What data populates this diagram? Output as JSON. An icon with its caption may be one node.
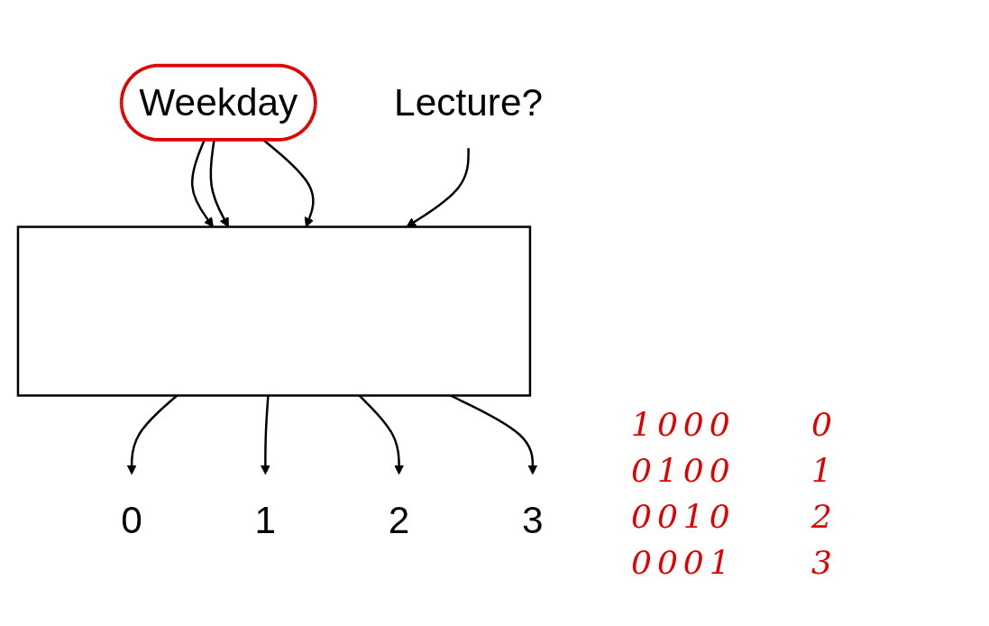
{
  "diagram": {
    "nodes": [
      {
        "text": [
          "Weekday"
        ]
      },
      {
        "text": [
          "Lecture?"
        ]
      },
      {
        "text": [],
        "shape": "box"
      },
      {
        "text": [
          "0"
        ]
      },
      {
        "text": [
          "1"
        ]
      },
      {
        "text": [
          "2"
        ]
      },
      {
        "text": [
          "3"
        ]
      }
    ],
    "edges": [
      {
        "from": 0,
        "to": 2,
        "arrow": "to"
      },
      {
        "from": 0,
        "to": 2,
        "arrow": "to"
      },
      {
        "from": 0,
        "to": 2,
        "arrow": "to"
      },
      {
        "from": 1,
        "to": 2,
        "arrow": "to"
      },
      {
        "from": 2,
        "to": 3,
        "arrow": "to"
      },
      {
        "from": 2,
        "to": 4,
        "arrow": "to"
      },
      {
        "from": 2,
        "to": 5,
        "arrow": "to"
      },
      {
        "from": 2,
        "to": 6,
        "arrow": "to"
      }
    ],
    "labels": [
      "1000",
      "0",
      "0100",
      "1",
      "0010",
      "2",
      "0001",
      "3"
    ]
  }
}
